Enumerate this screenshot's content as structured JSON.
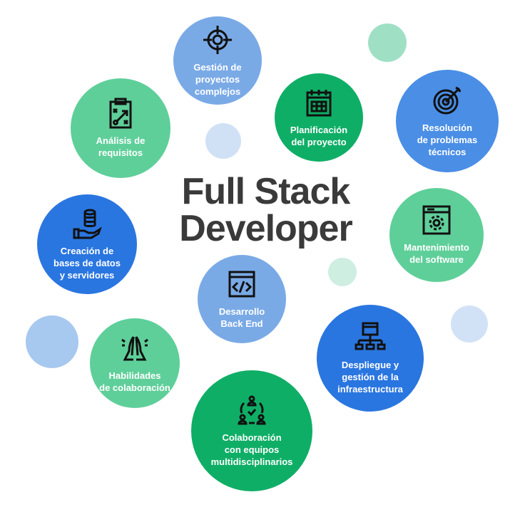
{
  "title": {
    "line1": "Full Stack",
    "line2": "Developer"
  },
  "colors": {
    "light_blue": "#7aaae6",
    "blue": "#2a76e0",
    "mid_blue": "#4a8ee6",
    "green": "#0fae66",
    "light_green": "#5fcf9a",
    "title": "#3a3a3a"
  },
  "nodes": [
    {
      "label": "Gestión de\nproyectos\ncomplejos",
      "icon": "crosshair-icon"
    },
    {
      "label": "Planificación\ndel proyecto",
      "icon": "calendar-icon"
    },
    {
      "label": "Resolución\nde problemas\ntécnicos",
      "icon": "target-icon"
    },
    {
      "label": "Análisis de\nrequisitos",
      "icon": "clipboard-strategy-icon"
    },
    {
      "label": "Creación de\nbases de datos\ny servidores",
      "icon": "database-hand-icon"
    },
    {
      "label": "Mantenimiento\ndel software",
      "icon": "window-gear-icon"
    },
    {
      "label": "Desarrollo\nBack End",
      "icon": "code-window-icon"
    },
    {
      "label": "Habilidades\nde colaboración",
      "icon": "high-five-icon"
    },
    {
      "label": "Despliegue y\ngestión de la\ninfraestructura",
      "icon": "network-icon"
    },
    {
      "label": "Colaboración\ncon equipos\nmultidisciplinarios",
      "icon": "team-icon"
    }
  ]
}
